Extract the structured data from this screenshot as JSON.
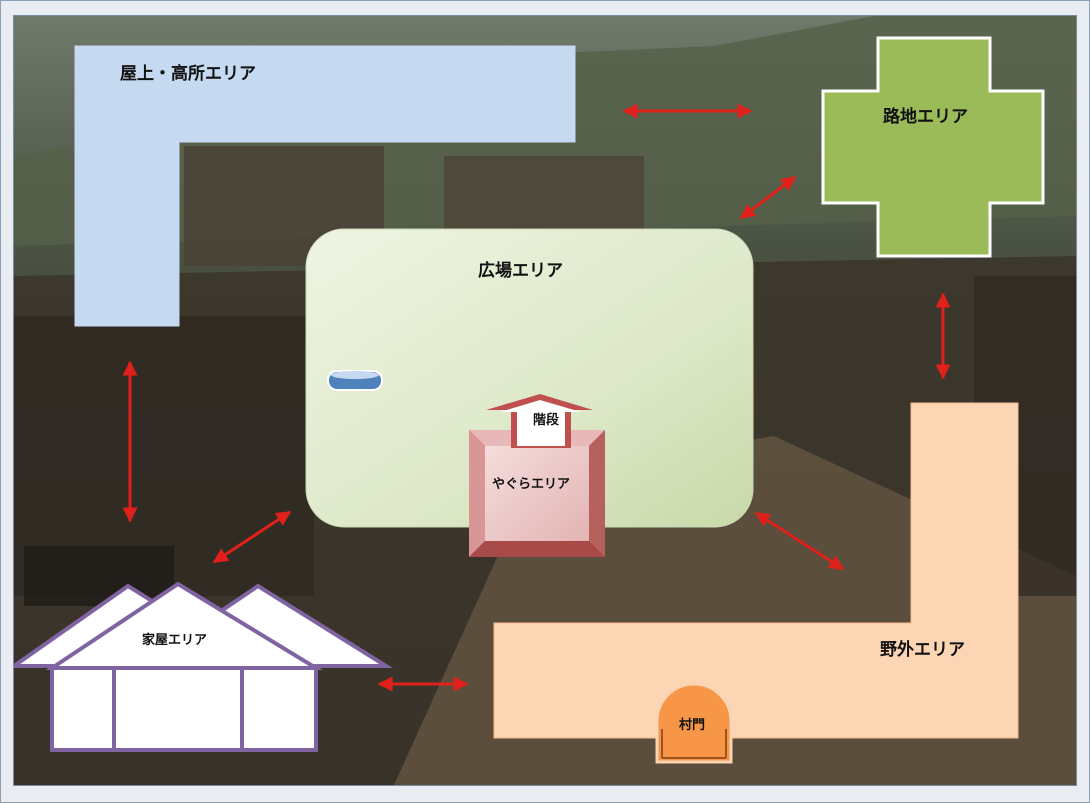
{
  "diagram": {
    "areas": {
      "rooftop": "屋上・高所エリア",
      "alley": "路地エリア",
      "plaza": "広場エリア",
      "tower": "やぐらエリア",
      "stairs": "階段",
      "house": "家屋エリア",
      "outdoor": "野外エリア",
      "gate": "村門"
    },
    "colors": {
      "rooftop": "#c5d9f1",
      "alley": "#9bbb59",
      "plaza": "#e6efd6",
      "tower": "#e6b9b8",
      "house": "#ffffff",
      "house_border": "#8064a2",
      "outdoor": "#fcd5b5",
      "gate": "#f79646",
      "arrow": "#e0201a"
    }
  }
}
